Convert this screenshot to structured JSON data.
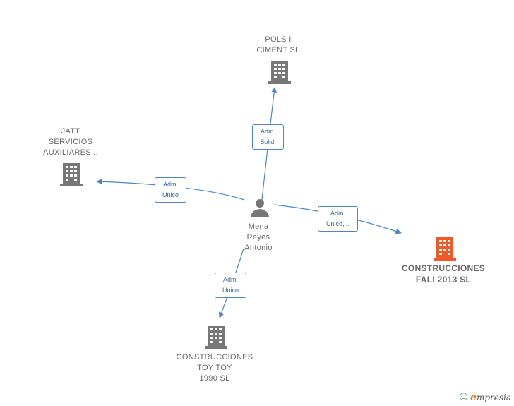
{
  "diagram": {
    "person": {
      "label": "Mena\nReyes\nAntonio",
      "icon": "person-icon"
    },
    "companies": [
      {
        "id": "pols",
        "label": "POLS I\nCIMENT  SL",
        "icon": "building-icon",
        "color": "#777777",
        "focus": false
      },
      {
        "id": "jatt",
        "label": "JATT\nSERVICIOS\nAUXILIARES...",
        "icon": "building-icon",
        "color": "#777777",
        "focus": false
      },
      {
        "id": "fali",
        "label": "CONSTRUCCIONES\nFALI 2013  SL",
        "icon": "building-icon",
        "color": "#f05a28",
        "focus": true
      },
      {
        "id": "toy",
        "label": "CONSTRUCCIONES\nTOY TOY\n1990  SL",
        "icon": "building-icon",
        "color": "#777777",
        "focus": false
      }
    ],
    "edges": [
      {
        "to": "pols",
        "label": "Adm.\nSolid."
      },
      {
        "to": "jatt",
        "label": "Adm.\nUnico"
      },
      {
        "to": "fali",
        "label": "Adm.\nUnico,..."
      },
      {
        "to": "toy",
        "label": "Adm.\nUnico"
      }
    ],
    "edge_color": "#4a86c8"
  },
  "footer": {
    "copyright_symbol": "©",
    "brand_initial": "e",
    "brand_rest": "mpresia"
  }
}
